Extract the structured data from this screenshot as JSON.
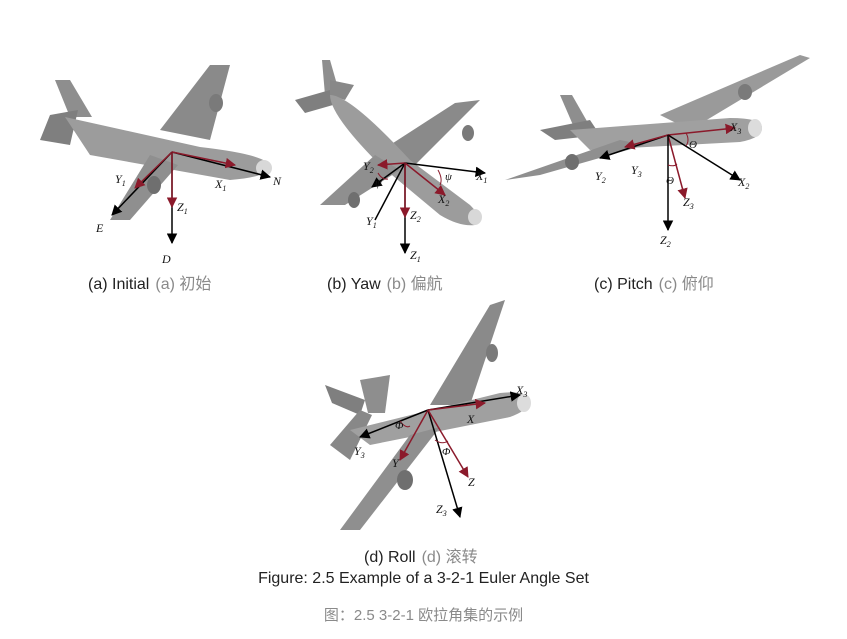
{
  "panels": {
    "initial": {
      "caption_en": "(a) Initial",
      "caption_zh": "(a) 初始",
      "labels": {
        "x": "X",
        "x_sub": "1",
        "y": "Y",
        "y_sub": "1",
        "z": "Z",
        "z_sub": "1",
        "n": "N",
        "e": "E",
        "d": "D"
      }
    },
    "yaw": {
      "caption_en": "(b) Yaw",
      "caption_zh": "(b) 偏航",
      "labels": {
        "x1": "X",
        "x1_sub": "1",
        "y2": "Y",
        "y2_sub": "2",
        "x2": "X",
        "x2_sub": "2",
        "y1": "Y",
        "y1_sub": "1",
        "z2": "Z",
        "z2_sub": "2",
        "z1": "Z",
        "z1_sub": "1",
        "psi": "ψ"
      }
    },
    "pitch": {
      "caption_en": "(c) Pitch",
      "caption_zh": "(c) 俯仰",
      "labels": {
        "x3": "X",
        "x3_sub": "3",
        "y2": "Y",
        "y2_sub": "2",
        "y3": "Y",
        "y3_sub": "3",
        "x2": "X",
        "x2_sub": "2",
        "z3": "Z",
        "z3_sub": "3",
        "z2": "Z",
        "z2_sub": "2",
        "theta": "Θ"
      }
    },
    "roll": {
      "caption_en": "(d) Roll",
      "caption_zh": "(d) 滚转",
      "labels": {
        "x3": "X",
        "x3_sub": "3",
        "x": "X",
        "y3": "Y",
        "y3_sub": "3",
        "y": "Y",
        "z": "Z",
        "z3": "Z",
        "z3_sub": "3",
        "phi": "Φ"
      }
    }
  },
  "figure_caption_en": "Figure: 2.5 Example of a 3-2-1 Euler Angle Set",
  "figure_caption_zh": "图：2.5 3-2-1 欧拉角集的示例",
  "colors": {
    "airplane_body": "#9a9a9a",
    "airplane_dark": "#6e6e6e",
    "airplane_light": "#c4c4c4",
    "axis_black": "#000000",
    "axis_red": "#8b1a2b"
  }
}
